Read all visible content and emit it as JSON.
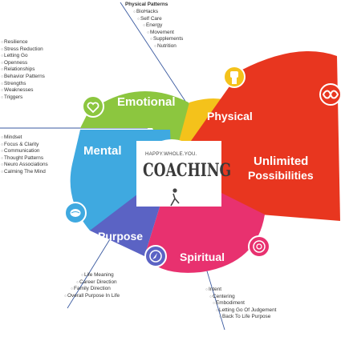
{
  "brand": {
    "tagline": "HAPPY.WHOLE.YOU.",
    "wordmark": "COACHING",
    "emblem": "person-icon"
  },
  "segments": {
    "physical": {
      "label": "Physical",
      "color": "#f4c21b"
    },
    "unlimited": {
      "label_line1": "Unlimited",
      "label_line2": "Possibilities",
      "color": "#e8361f"
    },
    "spiritual": {
      "label": "Spiritual",
      "color": "#e8316f"
    },
    "purpose": {
      "label": "Purpose",
      "color": "#5b63c4"
    },
    "mental": {
      "label": "Mental",
      "color": "#3fa9e0"
    },
    "emotional": {
      "label": "Emotional",
      "color": "#8cc63f"
    }
  },
  "icons": {
    "physical": "raised-fist-icon",
    "unlimited": "infinity-icon",
    "spiritual": "spiral-icon",
    "purpose": "compass-icon",
    "mental": "brain-icon",
    "emotional": "heart-icon"
  },
  "lists": {
    "physical": {
      "title": "Physical Patterns",
      "items": [
        "BioHacks",
        "Self Care",
        "Energy",
        "Movement",
        "Supplements",
        "Nutrition"
      ]
    },
    "emotional": {
      "items": [
        "Resilience",
        "Stress Reduction",
        "Letting Go",
        "Openness",
        "Relationships",
        "Behavior Patterns",
        "Strengths",
        "Weaknesses",
        "Triggers"
      ]
    },
    "mental": {
      "items": [
        "Mindset",
        "Focus & Clarity",
        "Communication",
        "Thought Patterns",
        "Neuro Associations",
        "Calming The Mind"
      ]
    },
    "purpose": {
      "items": [
        "Life Meaning",
        "Career Direction",
        "Family Direction",
        "Overall Purpose In Life"
      ]
    },
    "spiritual": {
      "items": [
        "Intent",
        "Centering",
        "Embodiment",
        "Letting Go Of Judgement",
        "Back To Life Purpose"
      ]
    }
  }
}
